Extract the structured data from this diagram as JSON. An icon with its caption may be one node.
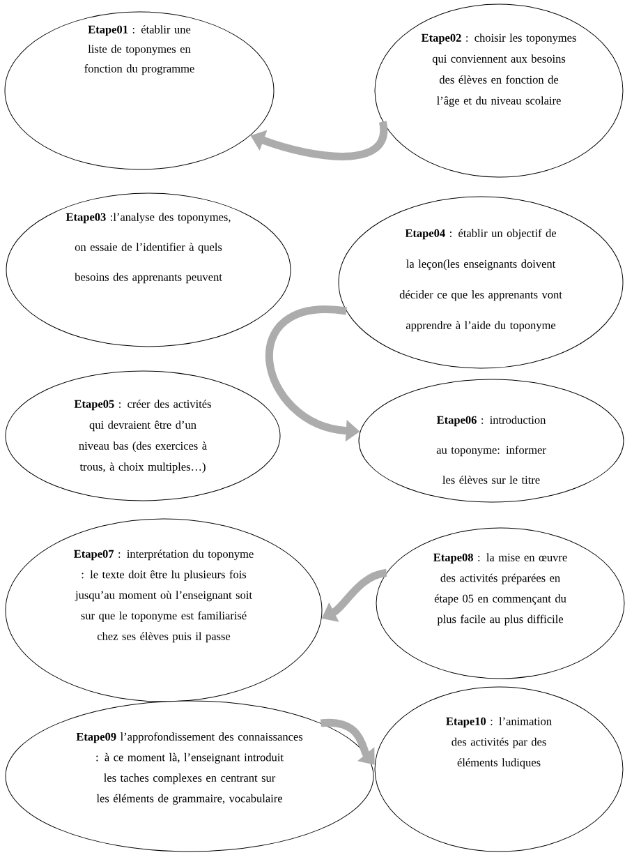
{
  "diagram": {
    "nodes": [
      {
        "text": [
          "**Etape01** : établir une liste de toponymes en fonction du programme"
        ]
      },
      {
        "text": [
          "**Etape02** : choisir les toponymes qui conviennent aux besoins des élèves en fonction de l’âge et du niveau scolaire"
        ]
      },
      {
        "text": [
          "**Etape03** :l’analyse des toponymes, on essaie de l’identifier à quels besoins des apprenants peuvent"
        ]
      },
      {
        "text": [
          "**Etape04** : établir un objectif de la leçon(les enseignants doivent décider ce que les apprenants vont apprendre à l’aide du toponyme"
        ]
      },
      {
        "text": [
          "**Etape05** : créer des activités qui devraient être d’un niveau bas (des exercices à trous, à choix multiples…)"
        ]
      },
      {
        "text": [
          "**Etape06** : introduction au toponyme: informer les élèves sur le titre"
        ]
      },
      {
        "text": [
          "**Etape07** : interprétation du toponyme : le texte doit être lu plusieurs fois jusqu’au moment où l’enseignant soit sur que le toponyme est familiarisé chez ses élèves puis il passe"
        ]
      },
      {
        "text": [
          "**Etape08** : la mise en œuvre des activités préparées en étape 05 en commençant du plus facile au plus difficile"
        ]
      },
      {
        "text": [
          "**Etape09** l’approfondissement des connaissances : à ce moment là, l’enseignant introduit les taches complexes en centrant sur les éléments de grammaire, vocabulaire"
        ]
      },
      {
        "text": [
          "**Etape10** : l’animation des activités par des éléments ludiques"
        ]
      }
    ],
    "edges": [
      {
        "from": 1,
        "to": 0,
        "arrow": "to"
      },
      {
        "from": 3,
        "to": 5,
        "arrow": "to"
      },
      {
        "from": 7,
        "to": 6,
        "arrow": "to"
      },
      {
        "from": 8,
        "to": 9,
        "arrow": "to"
      }
    ]
  }
}
